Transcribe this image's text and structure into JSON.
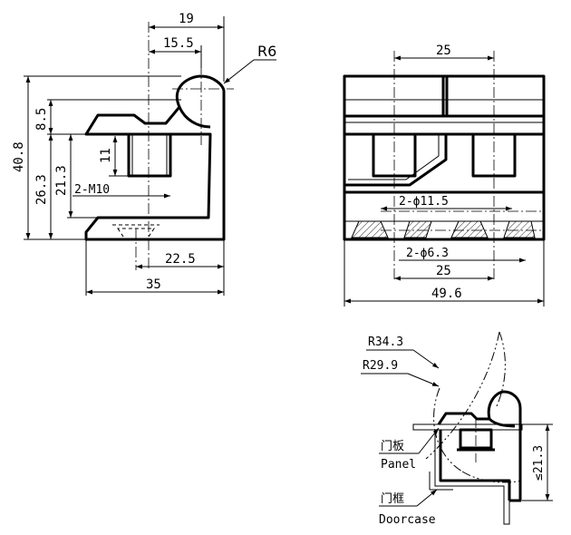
{
  "side_view": {
    "dim_top_width": "19",
    "dim_top_inner": "15.5",
    "radius": "R6",
    "overall_height": "40.8",
    "lower_height": "26.3",
    "thread_depth_height": "21.3",
    "top_offset": "8.5",
    "thread_length": "11",
    "thread_spec": "2-M10",
    "base_offset": "22.5",
    "base_width": "35"
  },
  "front_view": {
    "hole_pitch_top": "25",
    "counterbore_spec": "2-ϕ11.5",
    "hole_spec": "2-ϕ6.3",
    "hole_pitch_bottom": "25",
    "overall_width": "49.6"
  },
  "install_view": {
    "outer_radius": "R34.3",
    "inner_radius": "R29.9",
    "panel_cn": "门板",
    "panel_en": "Panel",
    "doorcase_cn": "门框",
    "doorcase_en": "Doorcase",
    "height_limit": "≤21.3"
  }
}
